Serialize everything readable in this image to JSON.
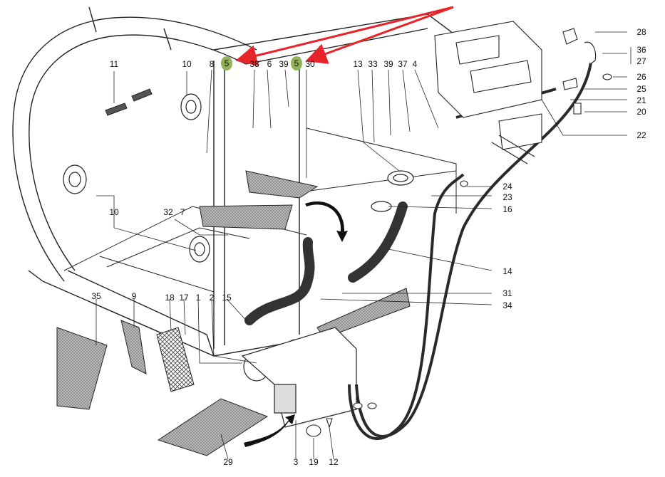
{
  "diagram": {
    "labels": [
      "11",
      "10",
      "8",
      "38",
      "6",
      "39",
      "30",
      "13",
      "33",
      "39",
      "37",
      "4",
      "28",
      "36",
      "27",
      "26",
      "25",
      "21",
      "20",
      "22",
      "24",
      "23",
      "16",
      "14",
      "31",
      "34",
      "10",
      "32",
      "7",
      "35",
      "9",
      "18",
      "17",
      "1",
      "2",
      "15",
      "3",
      "12",
      "19",
      "29"
    ],
    "highlighted": [
      "5",
      "5"
    ],
    "colors": {
      "line": "#222222",
      "highlight": "#8fb356",
      "arrow": "#e8232a",
      "mesh": "#9a9a9a",
      "hose": "#3a3a3a"
    }
  }
}
